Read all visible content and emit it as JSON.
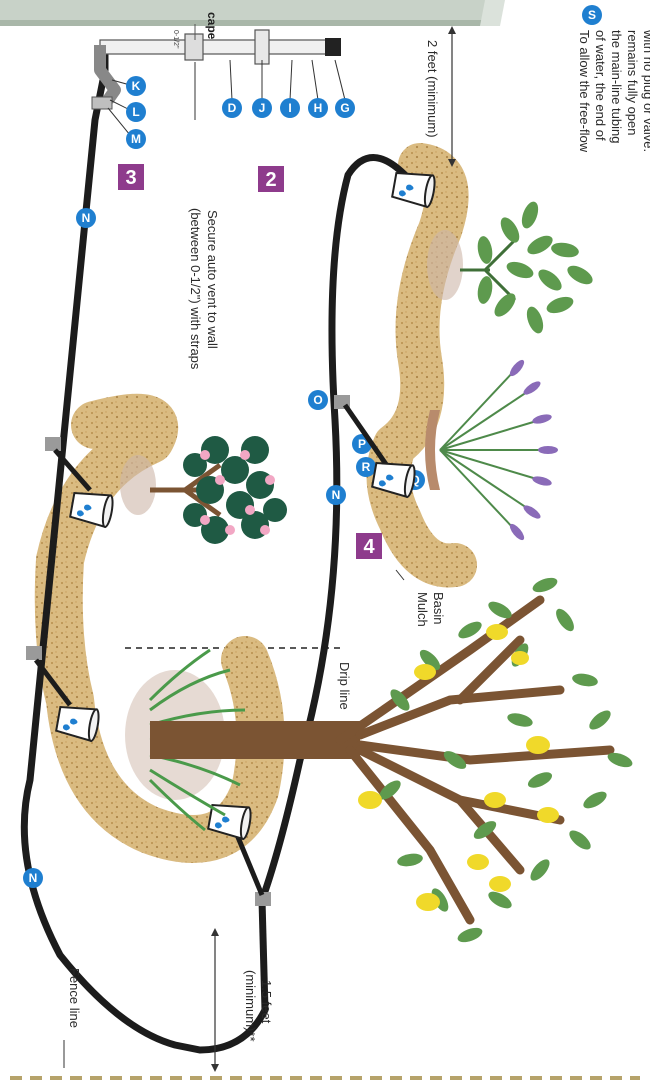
{
  "house": {
    "label": "cape"
  },
  "steps": {
    "s2": "2",
    "s3": "3",
    "s4": "4"
  },
  "components": {
    "G": "G",
    "H": "H",
    "I": "I",
    "J": "J",
    "D": "D",
    "K": "K",
    "L": "L",
    "M": "M",
    "N": "N",
    "O": "O",
    "P": "P",
    "R": "R",
    "Q": "Q",
    "S": "S"
  },
  "annotations": {
    "vent_line1": "Secure auto vent to wall",
    "vent_line2": "(between 0-1/2\") with straps",
    "note_line1": "To allow the free-flow",
    "note_line2": "of water, the end of",
    "note_line3": "the main-line tubing",
    "note_line4": "remains fully open",
    "note_line5": "with no plug or valve.",
    "dist_top": "2 feet (minimum)",
    "mulch_line1": "Mulch",
    "mulch_line2": "Basin",
    "drip_line": "Drip line",
    "dist_bottom_line1": "1.5 feet",
    "dist_bottom_line2": "(minimum)**",
    "fence_line": "Fence line",
    "vent_height": "0-1/2\""
  },
  "colors": {
    "tubing": "#1c1c1c",
    "mulch": "#d8b77a",
    "badge": "#1f7fd0",
    "step": "#8e3b8c",
    "wall": "#c8d2c8",
    "trunk": "#7b5433",
    "leaf": "#5e9a4e",
    "lemon": "#f0d92a",
    "fence": "#b6a36a"
  },
  "icons": [
    "bucket-icon",
    "water-drop-icon",
    "rose-bush-icon",
    "lavender-icon",
    "lemon-tree-icon",
    "shrub-icon",
    "grass-icon",
    "arrow-icon"
  ]
}
